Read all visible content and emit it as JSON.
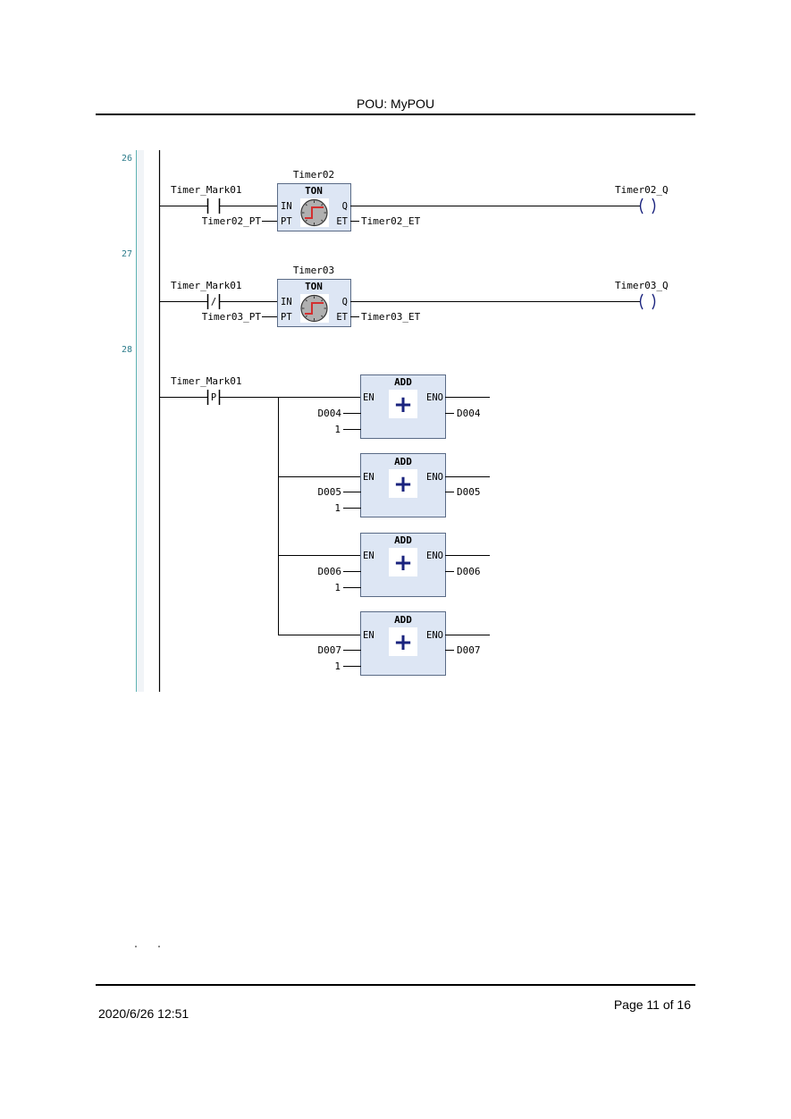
{
  "header": {
    "title": "POU: MyPOU"
  },
  "footer": {
    "timestamp": "2020/6/26 12:51",
    "page": "Page 11 of 16"
  },
  "rungs": [
    {
      "number": "26",
      "contact": {
        "label": "Timer_Mark01",
        "type": "normally-open"
      },
      "timer": {
        "instance": "Timer02",
        "type": "TON",
        "in_pin": "IN",
        "pt_pin": "PT",
        "q_pin": "Q",
        "et_pin": "ET",
        "pt_var": "Timer02_PT",
        "et_var": "Timer02_ET"
      },
      "coil": {
        "label": "Timer02_Q"
      }
    },
    {
      "number": "27",
      "contact": {
        "label": "Timer_Mark01",
        "type": "normally-closed",
        "symbol": "/"
      },
      "timer": {
        "instance": "Timer03",
        "type": "TON",
        "in_pin": "IN",
        "pt_pin": "PT",
        "q_pin": "Q",
        "et_pin": "ET",
        "pt_var": "Timer03_PT",
        "et_var": "Timer03_ET"
      },
      "coil": {
        "label": "Timer03_Q"
      }
    },
    {
      "number": "28",
      "contact": {
        "label": "Timer_Mark01",
        "type": "positive-edge",
        "symbol": "P"
      },
      "adds": [
        {
          "name": "ADD",
          "en": "EN",
          "eno": "ENO",
          "symbol": "+",
          "in1": "D004",
          "in2": "1",
          "out": "D004"
        },
        {
          "name": "ADD",
          "en": "EN",
          "eno": "ENO",
          "symbol": "+",
          "in1": "D005",
          "in2": "1",
          "out": "D005"
        },
        {
          "name": "ADD",
          "en": "EN",
          "eno": "ENO",
          "symbol": "+",
          "in1": "D006",
          "in2": "1",
          "out": "D006"
        },
        {
          "name": "ADD",
          "en": "EN",
          "eno": "ENO",
          "symbol": "+",
          "in1": "D007",
          "in2": "1",
          "out": "D007"
        }
      ]
    }
  ],
  "colors": {
    "block_fill": "#dde6f4",
    "block_border": "#5a6b86",
    "rung_number": "#2e7d8c",
    "rail": "#000000",
    "plus": "#1a237e",
    "timer_step": "#d32f2f"
  }
}
